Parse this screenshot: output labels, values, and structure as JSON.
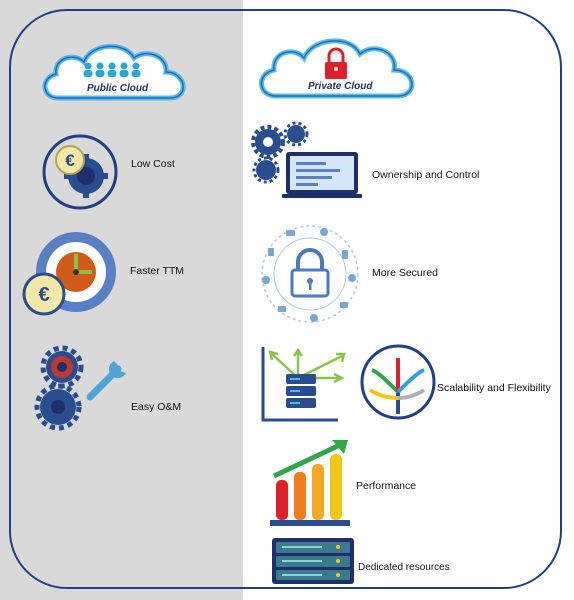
{
  "public": {
    "title": "Public Cloud",
    "items": [
      {
        "label": "Low Cost",
        "icon": "euro-gear-icon"
      },
      {
        "label": "Faster TTM",
        "icon": "clock-euro-icon"
      },
      {
        "label": "Easy O&M",
        "icon": "gears-wrench-icon"
      }
    ]
  },
  "private": {
    "title": "Private  Cloud",
    "items": [
      {
        "label": "Ownership and Control",
        "icon": "gears-monitor-icon"
      },
      {
        "label": "More Secured",
        "icon": "padlock-network-icon"
      },
      {
        "label": "Scalability and Flexibility",
        "icon": "scaling-server-icon"
      },
      {
        "label": "Performance",
        "icon": "bar-chart-icon"
      },
      {
        "label": "Dedicated resources",
        "icon": "server-rack-icon"
      }
    ]
  },
  "colors": {
    "frame": "#1f3f86",
    "left_panel": "#d9d9d9",
    "cloud_glow": "#4fb7f0",
    "accent_red": "#e0202a"
  }
}
